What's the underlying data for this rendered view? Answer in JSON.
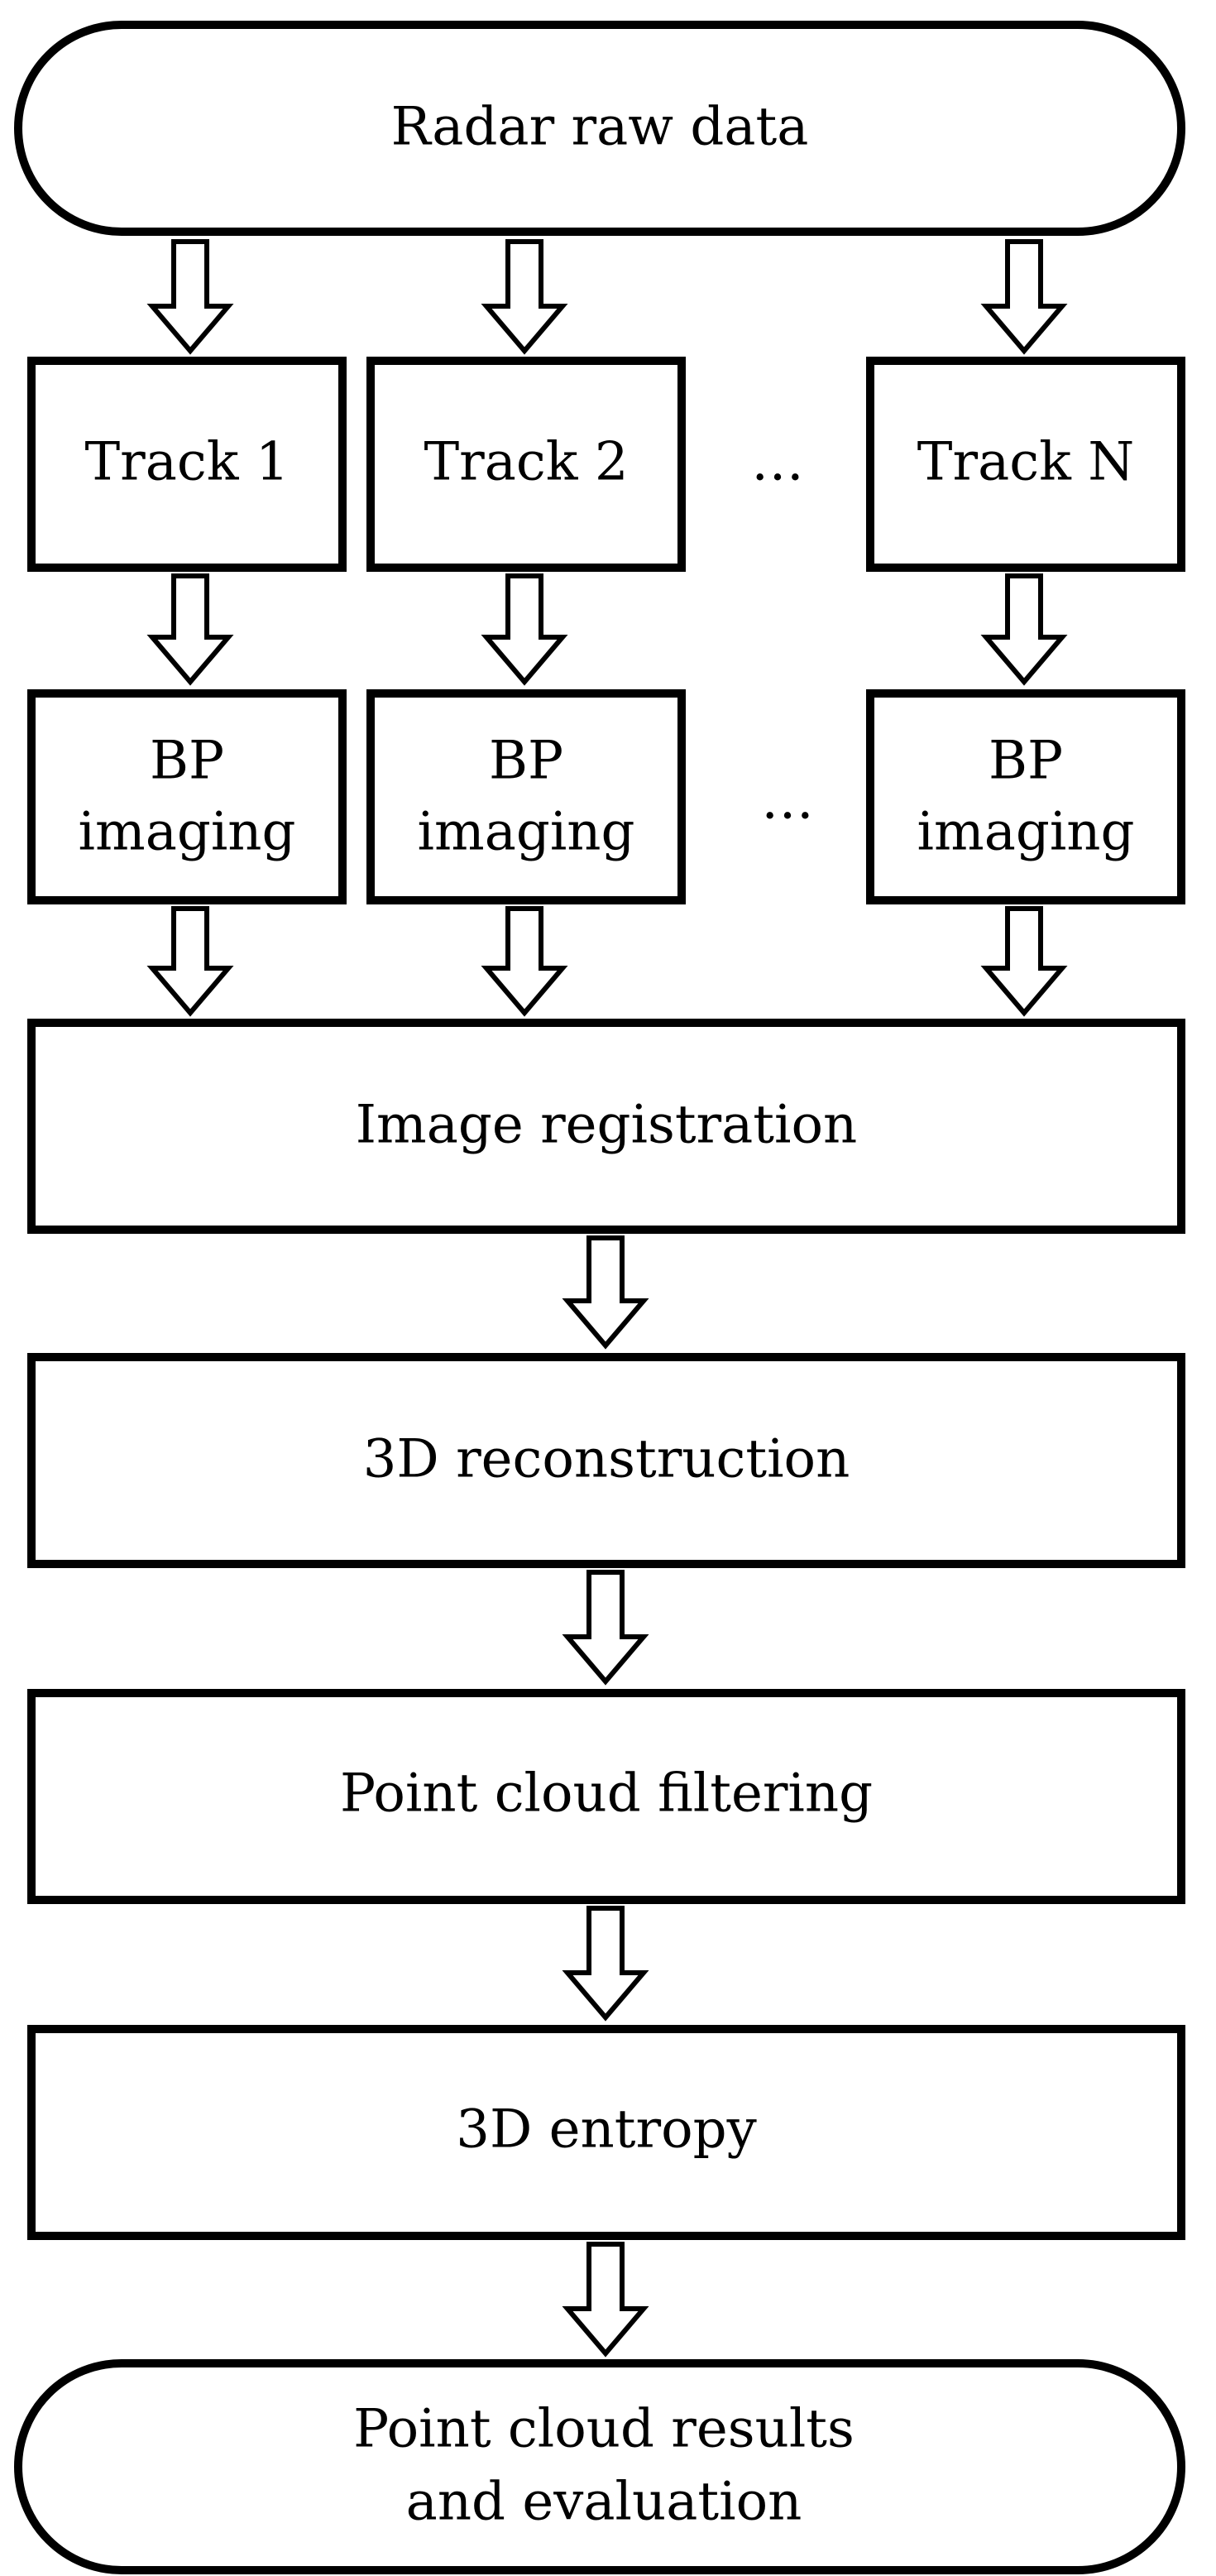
{
  "diagram": {
    "start": {
      "label": "Radar raw data"
    },
    "tracks": [
      {
        "track_label": "Track 1",
        "imaging_label_line1": "BP",
        "imaging_label_line2": "imaging"
      },
      {
        "track_label": "Track 2",
        "imaging_label_line1": "BP",
        "imaging_label_line2": "imaging"
      },
      {
        "track_label": "Track N",
        "imaging_label_line1": "BP",
        "imaging_label_line2": "imaging"
      }
    ],
    "ellipsis": "…",
    "steps": [
      {
        "label": "Image registration"
      },
      {
        "label": "3D reconstruction"
      },
      {
        "label": "Point cloud filtering"
      },
      {
        "label": "3D entropy"
      }
    ],
    "end": {
      "label_line1": "Point cloud results",
      "label_line2": "and evaluation"
    }
  }
}
